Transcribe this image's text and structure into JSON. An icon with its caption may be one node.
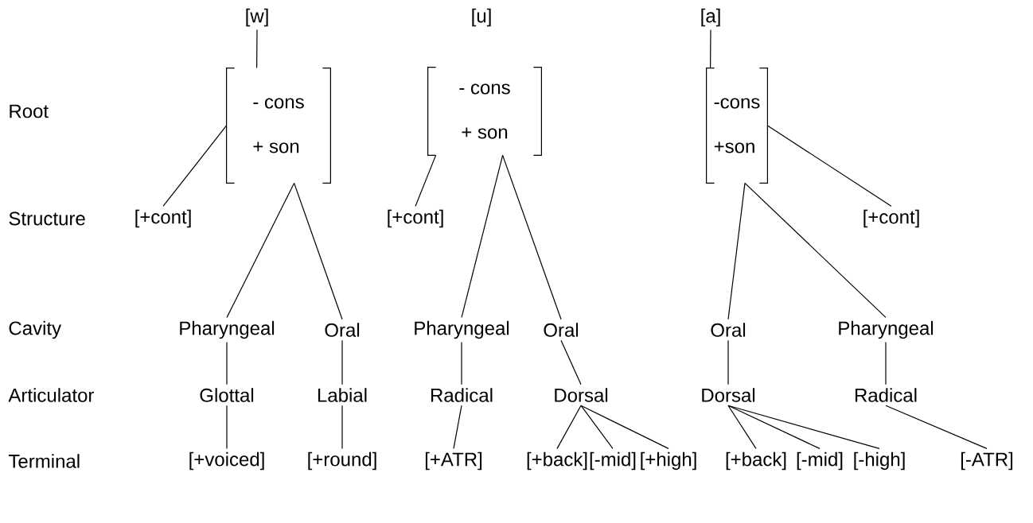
{
  "diagram": {
    "nodes": [
      {
        "text": [
          "[w]"
        ]
      },
      {
        "text": [
          "- cons",
          "+ son"
        ]
      },
      {
        "text": [
          "[+cont]"
        ]
      },
      {
        "text": [
          "Pharyngeal"
        ]
      },
      {
        "text": [
          "Oral"
        ]
      },
      {
        "text": [
          "Glottal"
        ]
      },
      {
        "text": [
          "Labial"
        ]
      },
      {
        "text": [
          "[+voiced]"
        ]
      },
      {
        "text": [
          "[+round]"
        ]
      },
      {
        "text": [
          "[u]"
        ]
      },
      {
        "text": [
          "- cons",
          "+ son"
        ]
      },
      {
        "text": [
          "[+cont]"
        ]
      },
      {
        "text": [
          "Pharyngeal"
        ]
      },
      {
        "text": [
          "Oral"
        ]
      },
      {
        "text": [
          "Radical"
        ]
      },
      {
        "text": [
          "Dorsal"
        ]
      },
      {
        "text": [
          "[+ATR]"
        ]
      },
      {
        "text": [
          "[+back]"
        ]
      },
      {
        "text": [
          "[-mid]"
        ]
      },
      {
        "text": [
          "[+high]"
        ]
      },
      {
        "text": [
          "[a]"
        ]
      },
      {
        "text": [
          "-cons",
          "+son"
        ]
      },
      {
        "text": [
          "[+cont]"
        ]
      },
      {
        "text": [
          "Oral"
        ]
      },
      {
        "text": [
          "Pharyngeal"
        ]
      },
      {
        "text": [
          "Dorsal"
        ]
      },
      {
        "text": [
          "Radical"
        ]
      },
      {
        "text": [
          "[+back]"
        ]
      },
      {
        "text": [
          "[-mid]"
        ]
      },
      {
        "text": [
          "[-high]"
        ]
      },
      {
        "text": [
          "[-ATR]"
        ]
      }
    ],
    "edges": [
      {
        "from": 0,
        "to": 1,
        "arrow": "none"
      },
      {
        "from": 1,
        "to": 2,
        "arrow": "none"
      },
      {
        "from": 1,
        "to": 3,
        "arrow": "none"
      },
      {
        "from": 1,
        "to": 4,
        "arrow": "none"
      },
      {
        "from": 3,
        "to": 5,
        "arrow": "none"
      },
      {
        "from": 4,
        "to": 6,
        "arrow": "none"
      },
      {
        "from": 5,
        "to": 7,
        "arrow": "none"
      },
      {
        "from": 6,
        "to": 8,
        "arrow": "none"
      },
      {
        "from": 10,
        "to": 11,
        "arrow": "none"
      },
      {
        "from": 10,
        "to": 12,
        "arrow": "none"
      },
      {
        "from": 10,
        "to": 13,
        "arrow": "none"
      },
      {
        "from": 12,
        "to": 14,
        "arrow": "none"
      },
      {
        "from": 13,
        "to": 15,
        "arrow": "none"
      },
      {
        "from": 14,
        "to": 16,
        "arrow": "none"
      },
      {
        "from": 15,
        "to": 17,
        "arrow": "none"
      },
      {
        "from": 15,
        "to": 18,
        "arrow": "none"
      },
      {
        "from": 15,
        "to": 19,
        "arrow": "none"
      },
      {
        "from": 20,
        "to": 21,
        "arrow": "none"
      },
      {
        "from": 21,
        "to": 22,
        "arrow": "none"
      },
      {
        "from": 21,
        "to": 23,
        "arrow": "none"
      },
      {
        "from": 21,
        "to": 24,
        "arrow": "none"
      },
      {
        "from": 23,
        "to": 25,
        "arrow": "none"
      },
      {
        "from": 24,
        "to": 26,
        "arrow": "none"
      },
      {
        "from": 25,
        "to": 27,
        "arrow": "none"
      },
      {
        "from": 25,
        "to": 28,
        "arrow": "none"
      },
      {
        "from": 25,
        "to": 29,
        "arrow": "none"
      },
      {
        "from": 26,
        "to": 30,
        "arrow": "none"
      }
    ],
    "labels": [
      "Root",
      "Structure",
      "Cavity",
      "Articulator",
      "Terminal"
    ]
  }
}
